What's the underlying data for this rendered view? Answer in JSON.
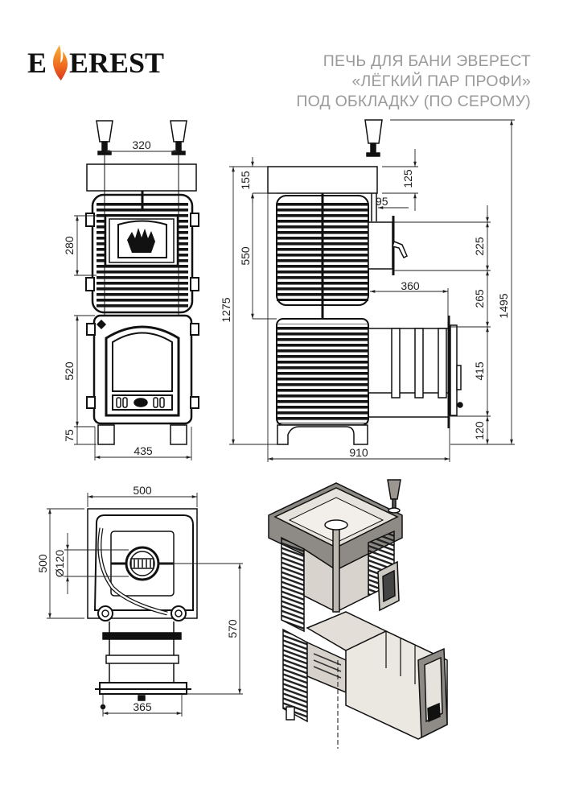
{
  "brand": {
    "logo_text_left": "E",
    "logo_text_right": "EREST",
    "logo_full": "EVEREST",
    "flame_colors": [
      "#f7a21b",
      "#e4421d"
    ]
  },
  "title": {
    "lines": [
      "ПЕЧЬ ДЛЯ БАНИ ЭВЕРЕСТ",
      "«ЛЁГКИЙ ПАР ПРОФИ»",
      "ПОД ОБКЛАДКУ (ПО СЕРОМУ)"
    ],
    "color": "#9a9a9a"
  },
  "views": {
    "front": {
      "name": "front-view",
      "dimensions": {
        "chimney_spacing": "320",
        "heater_door_height": "280",
        "firebox_height": "520",
        "leg_height": "75",
        "width": "435"
      }
    },
    "side": {
      "name": "side-view",
      "dimensions": {
        "top_box_height": "155",
        "upper_section": "550",
        "stove_height": "1275",
        "box_right_height": "125",
        "door_offset": "95",
        "heater_door_height": "225",
        "tunnel_length": "360",
        "gap_to_tunnel": "265",
        "tunnel_height": "415",
        "tunnel_bottom": "120",
        "total_height": "1495",
        "total_depth": "910"
      }
    },
    "top": {
      "name": "top-view",
      "dimensions": {
        "width": "500",
        "depth": "500",
        "flue_diameter": "Ø120",
        "flue_to_front": "570",
        "tunnel_width": "365"
      }
    },
    "cutaway": {
      "name": "isometric-cutaway-view"
    }
  }
}
